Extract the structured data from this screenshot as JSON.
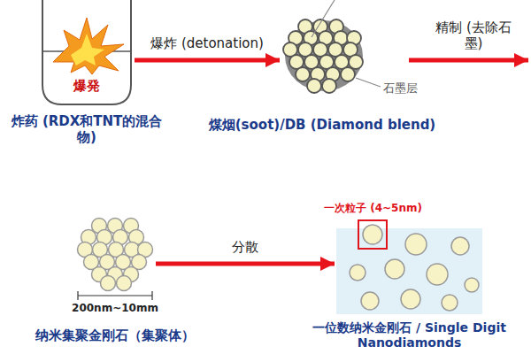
{
  "diagram": {
    "nodes": [
      {
        "text": [
          "爆発",
          "炸药 (RDX和TNT的混合物)"
        ]
      },
      {
        "text": [
          "煤烟(soot)/DB (Diamond blend)"
        ]
      },
      {
        "text": [
          "纳米集聚金刚石（集聚体）"
        ]
      },
      {
        "text": [
          "一位数纳米金刚石 / Single Digit Nanodiamonds"
        ]
      }
    ],
    "edges": [
      {
        "from": 0,
        "to": 1,
        "label": "爆炸 (detonation)",
        "arrow": "to"
      },
      {
        "from": 2,
        "to": 3,
        "label": "分散",
        "arrow": "to"
      }
    ],
    "labels": [
      "精制 (去除石墨)",
      "石墨层",
      "200nm~10mm",
      "一次粒子 (4~5nm)"
    ]
  }
}
